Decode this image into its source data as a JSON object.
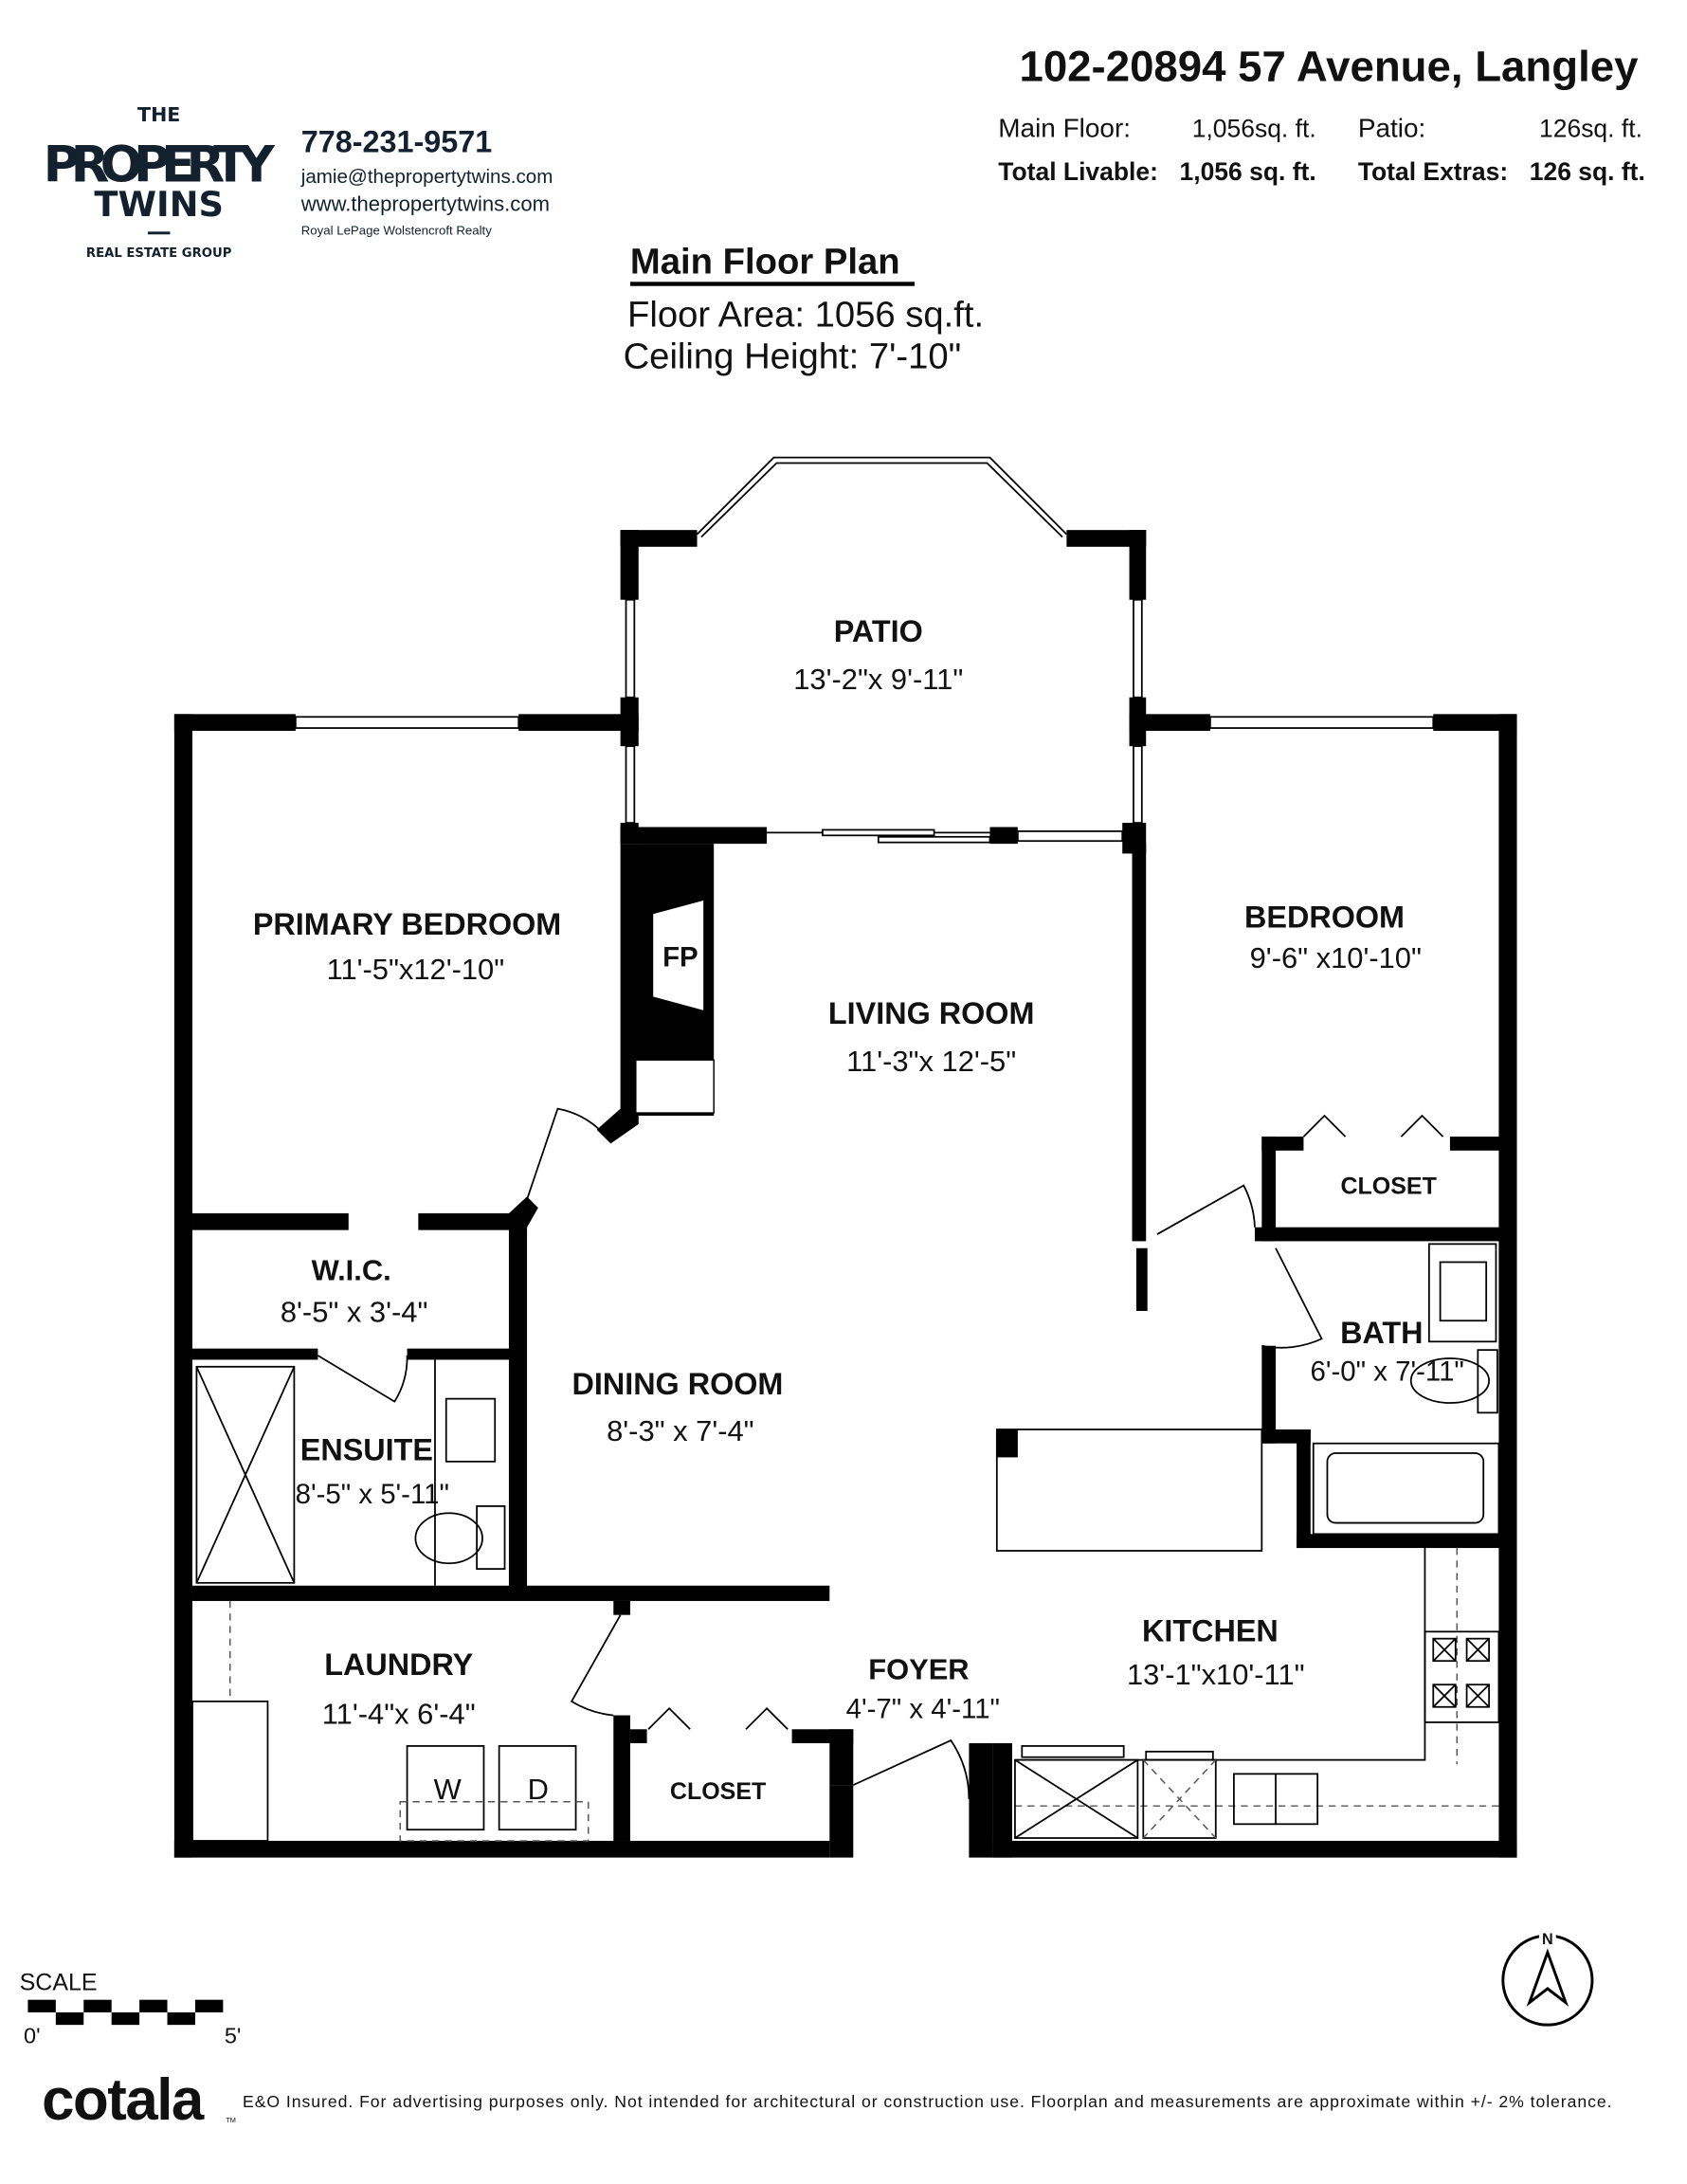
{
  "header": {
    "address": "102-20894 57 Avenue, Langley",
    "main_floor_label": "Main Floor:",
    "main_floor_value": "1,056sq. ft.",
    "patio_label": "Patio:",
    "patio_value": "126sq. ft.",
    "total_livable_label": "Total Livable:",
    "total_livable_value": "1,056 sq. ft.",
    "total_extras_label": "Total Extras:",
    "total_extras_value": "126 sq. ft."
  },
  "brand": {
    "logo_the": "THE",
    "logo_property": "PROPERTY",
    "logo_twins": "TWINS",
    "logo_group": "REAL ESTATE GROUP",
    "phone": "778-231-9571",
    "email": "jamie@thepropertytwins.com",
    "website": "www.thepropertytwins.com",
    "brokerage": "Royal LePage Wolstencroft Realty"
  },
  "plan": {
    "title": "Main Floor Plan",
    "floor_area": "Floor Area: 1056 sq.ft.",
    "ceiling_height": "Ceiling Height: 7'-10\""
  },
  "rooms": [
    {
      "name": "PATIO",
      "dims": "13'-2\"x 9'-11\""
    },
    {
      "name": "PRIMARY BEDROOM",
      "dims": "11'-5\"x12'-10\""
    },
    {
      "name": "LIVING ROOM",
      "dims": "11'-3\"x 12'-5\""
    },
    {
      "name": "BEDROOM",
      "dims": "9'-6\" x10'-10\""
    },
    {
      "name": "W.I.C.",
      "dims": "8'-5\" x 3'-4\""
    },
    {
      "name": "DINING ROOM",
      "dims": "8'-3\" x 7'-4\""
    },
    {
      "name": "BATH",
      "dims": "6'-0\" x 7'-11\""
    },
    {
      "name": "ENSUITE",
      "dims": "8'-5\" x 5'-11\""
    },
    {
      "name": "KITCHEN",
      "dims": "13'-1\"x10'-11\""
    },
    {
      "name": "LAUNDRY",
      "dims": "11'-4\"x 6'-4\""
    },
    {
      "name": "FOYER",
      "dims": "4'-7\" x 4'-11\""
    }
  ],
  "labels": {
    "fireplace": "FP",
    "closet_bedroom": "CLOSET",
    "closet_foyer": "CLOSET",
    "washer": "W",
    "dryer": "D"
  },
  "scale": {
    "label": "SCALE",
    "start": "0'",
    "end": "5'"
  },
  "compass": {
    "north": "N",
    "icon": "north-arrow-icon"
  },
  "footer": {
    "brand": "cotala",
    "trademark": "TM",
    "disclaimer": "E&O Insured. For advertising purposes only. Not intended for architectural or construction use. Floorplan and measurements are approximate within +/- 2% tolerance."
  },
  "colors": {
    "brand_navy": "#13202e",
    "walls": "#000000"
  }
}
